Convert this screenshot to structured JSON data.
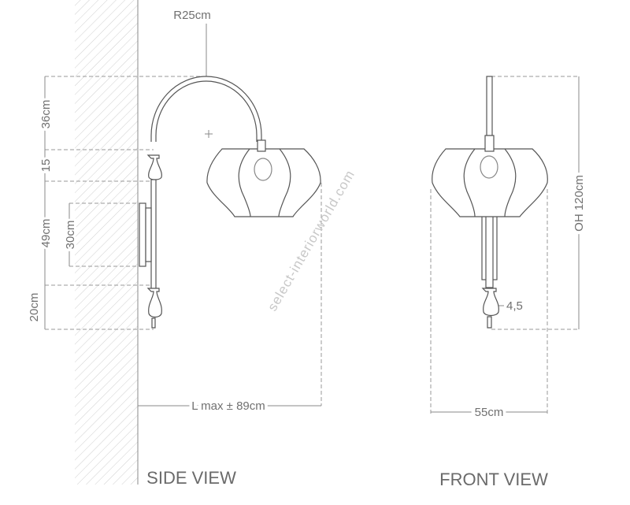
{
  "labels": {
    "radius": "R25cm",
    "h_top": "36cm",
    "h_mid": "15",
    "h_body": "49cm",
    "h_plate": "30cm",
    "h_bottom": "20cm",
    "length": "L max ± 89cm",
    "overall_height": "OH 120cm",
    "finial": "4,5",
    "width": "55cm",
    "side_view": "SIDE VIEW",
    "front_view": "FRONT VIEW",
    "watermark": "select-interiorworld.com"
  },
  "colors": {
    "line": "#555555",
    "dimension": "#9a9a9a",
    "text": "#707070"
  }
}
